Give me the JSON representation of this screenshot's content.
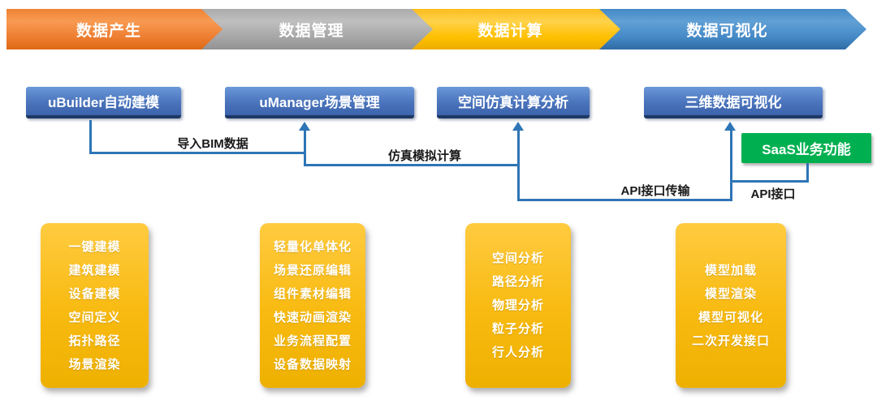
{
  "banner": {
    "stages": [
      {
        "label": "数据产生",
        "color": "#ED7D31"
      },
      {
        "label": "数据管理",
        "color": "#A6A6A6"
      },
      {
        "label": "数据计算",
        "color": "#FFC000"
      },
      {
        "label": "数据可视化",
        "color": "#4489C6"
      }
    ]
  },
  "products": [
    {
      "label": "uBuilder自动建模",
      "color": "#4A74BC"
    },
    {
      "label": "uManager场景管理",
      "color": "#4A74BC"
    },
    {
      "label": "空间仿真计算分析",
      "color": "#4A74BC"
    },
    {
      "label": "三维数据可视化",
      "color": "#4A74BC"
    }
  ],
  "saas": {
    "label": "SaaS业务功能",
    "color": "#00B050"
  },
  "connectors": {
    "line_color": "#2E75B6",
    "import_bim": "导入BIM数据",
    "simulation": "仿真模拟计算",
    "api_transfer": "API接口传输",
    "api": "API接口"
  },
  "features": [
    {
      "items": [
        "一键建模",
        "建筑建模",
        "设备建模",
        "空间定义",
        "拓扑路径",
        "场景渲染"
      ]
    },
    {
      "items": [
        "轻量化单体化",
        "场景还原编辑",
        "组件素材编辑",
        "快速动画渲染",
        "业务流程配置",
        "设备数据映射"
      ]
    },
    {
      "items": [
        "空间分析",
        "路径分析",
        "物理分析",
        "粒子分析",
        "行人分析"
      ]
    },
    {
      "items": [
        "模型加载",
        "模型渲染",
        "模型可视化",
        "二次开发接口"
      ]
    }
  ],
  "feature_box_color": "#FFC000"
}
